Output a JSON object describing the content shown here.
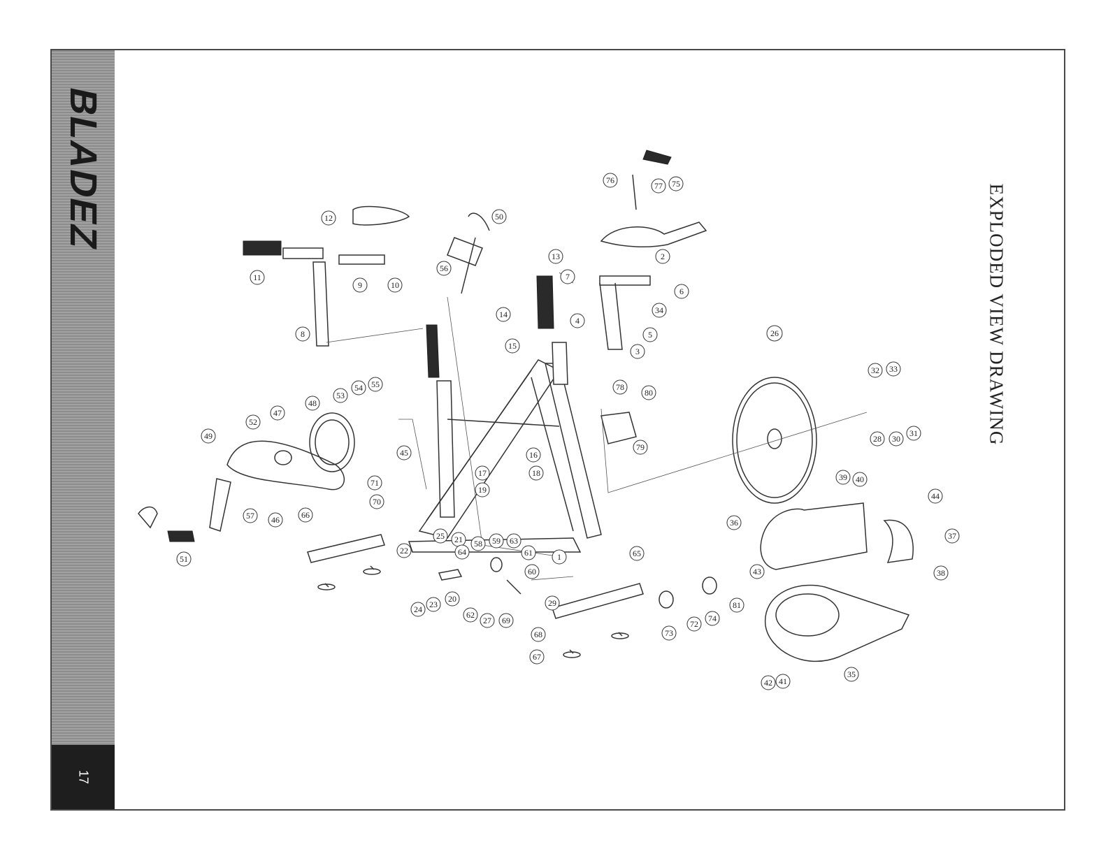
{
  "brand": "BLADEZ",
  "page_number": "17",
  "title": "EXPLODED VIEW DRAWING",
  "colors": {
    "sidebar": "#9a9a9a",
    "page_box": "#1e1e1e",
    "line": "#333333"
  },
  "callouts": [
    "1",
    "2",
    "3",
    "4",
    "5",
    "6",
    "7",
    "8",
    "9",
    "10",
    "11",
    "12",
    "13",
    "14",
    "15",
    "16",
    "17",
    "18",
    "19",
    "20",
    "21",
    "22",
    "23",
    "24",
    "25",
    "26",
    "27",
    "28",
    "29",
    "30",
    "31",
    "32",
    "33",
    "34",
    "35",
    "36",
    "37",
    "38",
    "39",
    "40",
    "41",
    "42",
    "43",
    "44",
    "45",
    "46",
    "47",
    "48",
    "49",
    "50",
    "51",
    "52",
    "53",
    "54",
    "55",
    "56",
    "57",
    "58",
    "59",
    "60",
    "61",
    "62",
    "63",
    "64",
    "65",
    "66",
    "67",
    "68",
    "69",
    "70",
    "71",
    "72",
    "73",
    "74",
    "75",
    "76",
    "77",
    "78",
    "79",
    "80",
    "81"
  ]
}
